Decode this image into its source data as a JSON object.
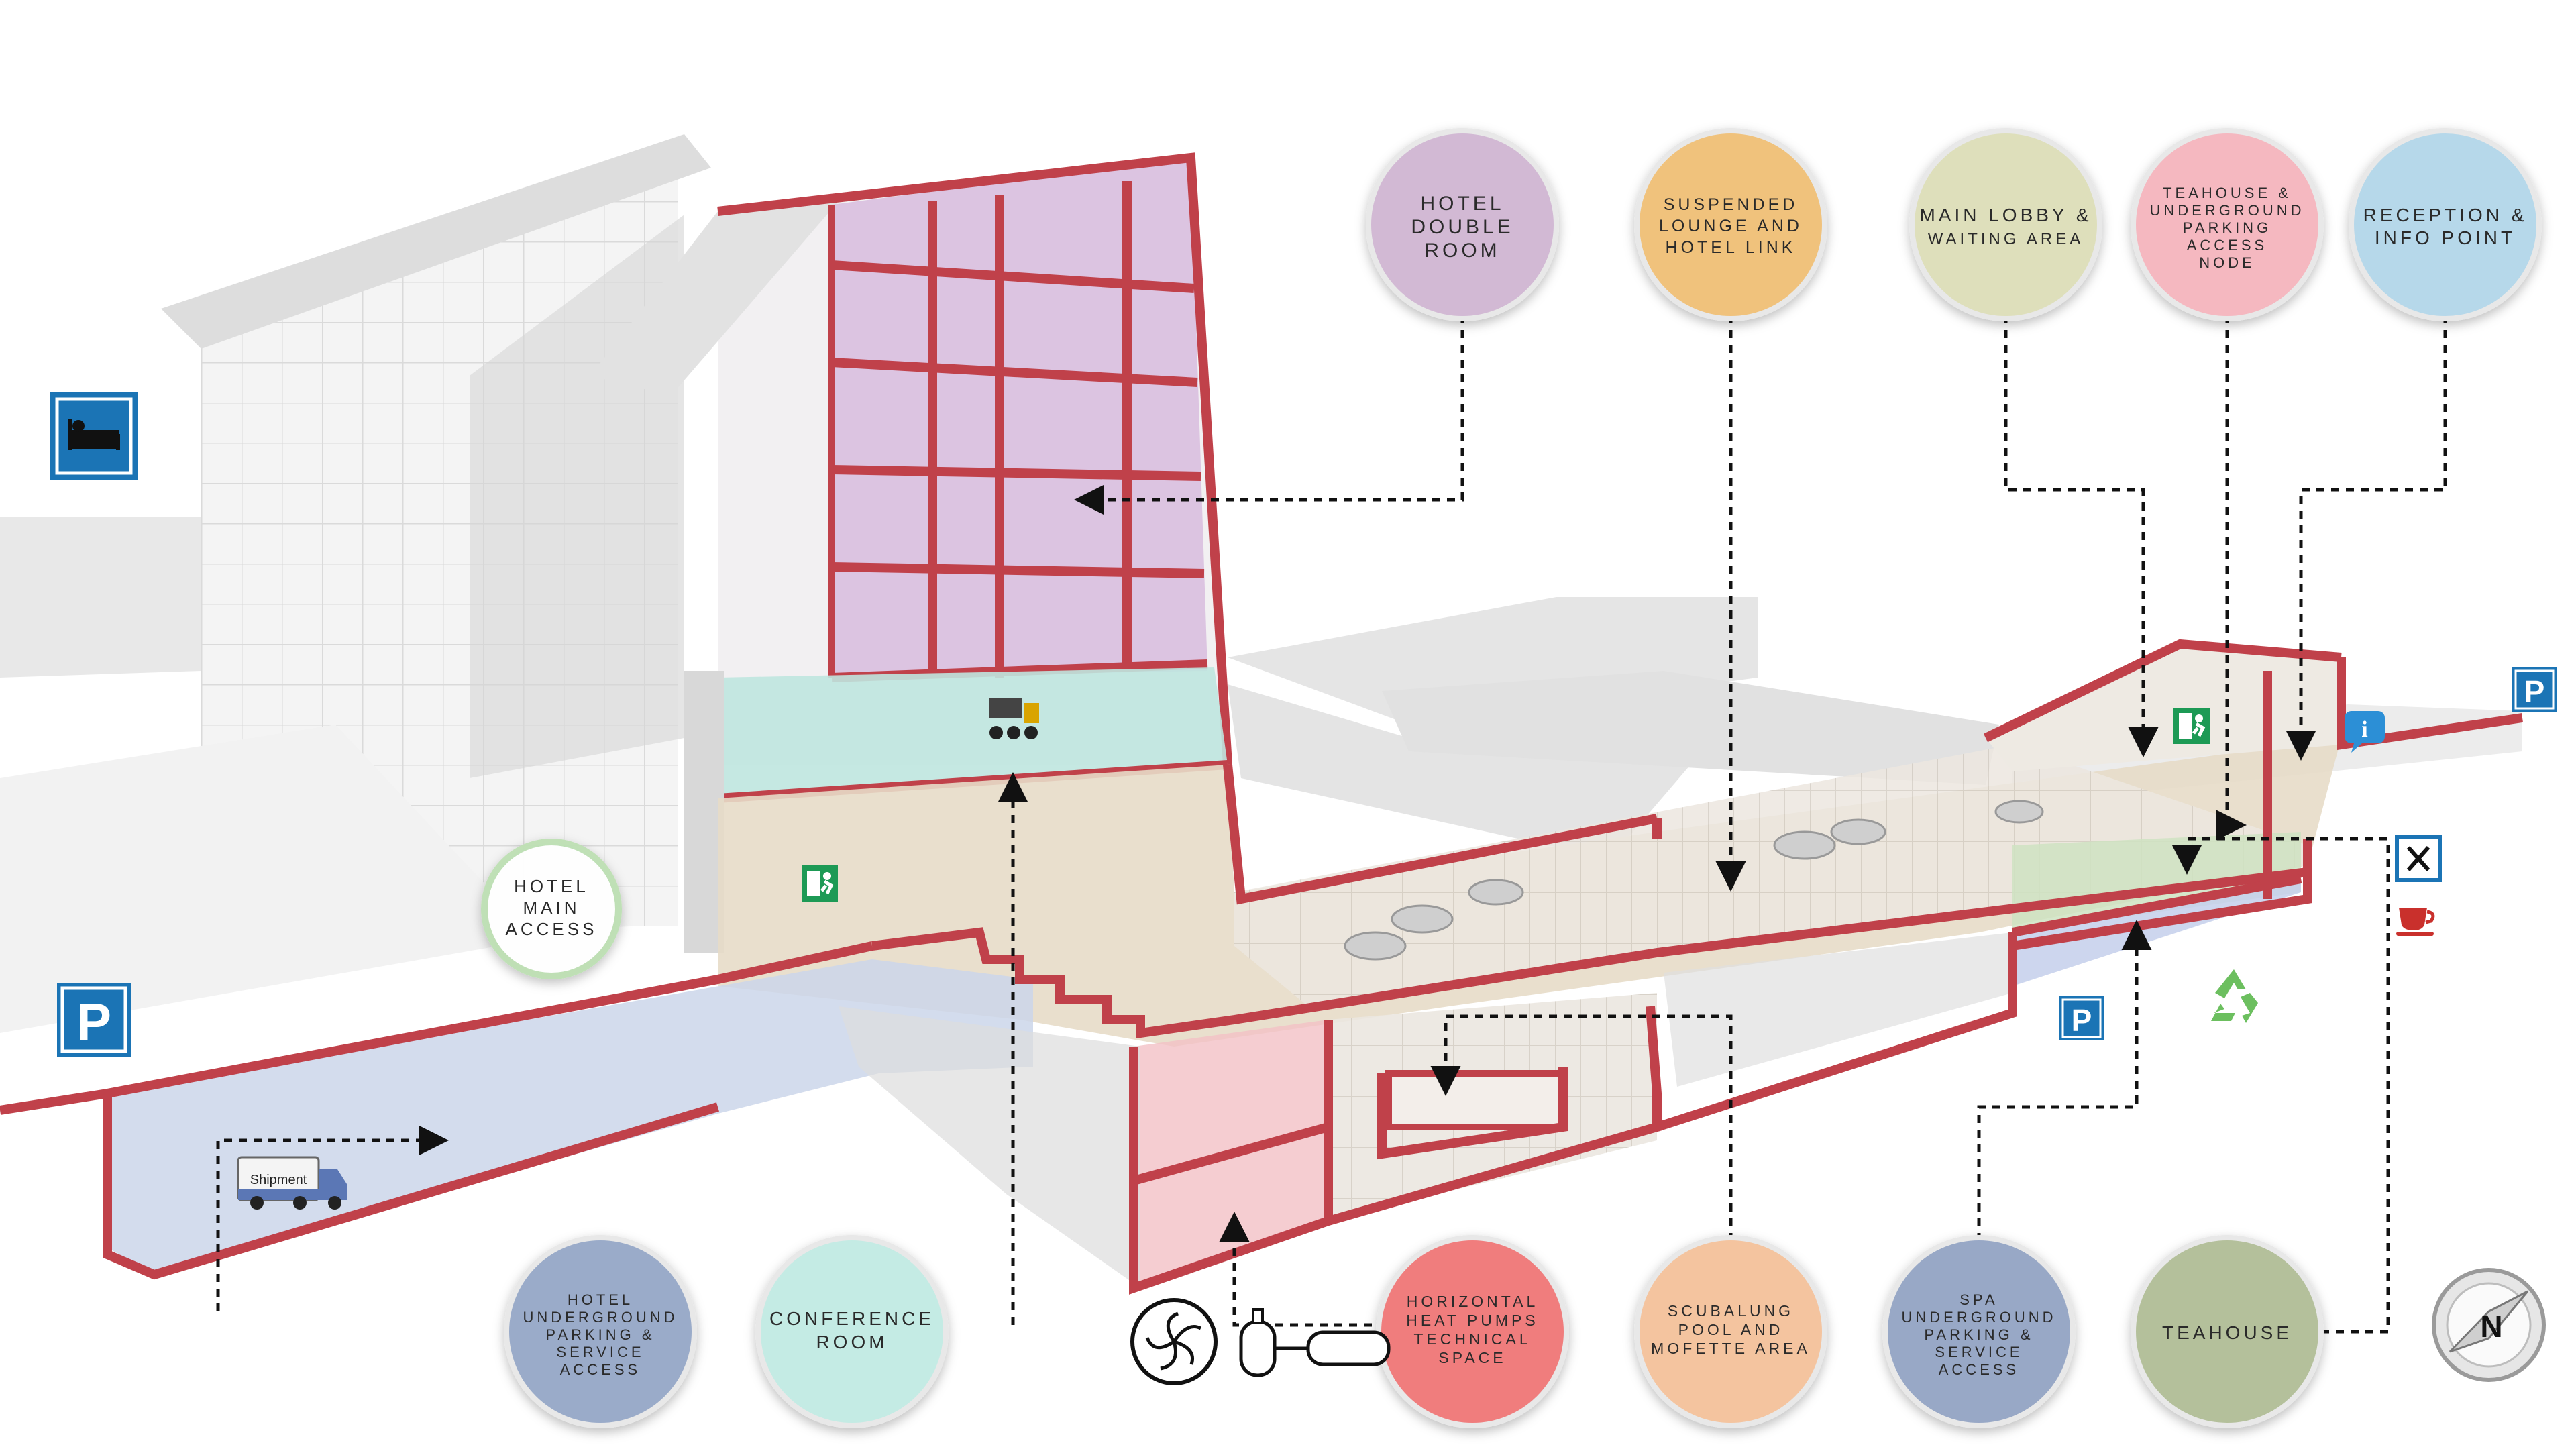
{
  "labels": {
    "hotel_double_room": [
      "HOTEL",
      "DOUBLE",
      "ROOM"
    ],
    "suspended_lounge": [
      "SUSPENDED",
      "LOUNGE AND",
      "HOTEL LINK"
    ],
    "main_lobby": [
      "MAIN LOBBY &",
      "WAITING AREA"
    ],
    "teahouse_parking": [
      "TEAHOUSE &",
      "UNDERGROUND",
      "PARKING",
      "ACCESS",
      "NODE"
    ],
    "reception": [
      "RECEPTION &",
      "INFO POINT"
    ],
    "hotel_main_access": [
      "HOTEL",
      "MAIN",
      "ACCESS"
    ],
    "hotel_parking": [
      "HOTEL",
      "UNDERGROUND",
      "PARKING &",
      "SERVICE",
      "ACCESS"
    ],
    "conference_room": [
      "CONFERENCE",
      "ROOM"
    ],
    "heat_pumps": [
      "HORIZONTAL",
      "HEAT PUMPS",
      "TECHNICAL",
      "SPACE"
    ],
    "scubalung": [
      "SCUBALUNG",
      "POOL AND",
      "MOFETTE AREA"
    ],
    "spa_parking": [
      "SPA",
      "UNDERGROUND",
      "PARKING &",
      "SERVICE",
      "ACCESS"
    ],
    "teahouse": [
      "TEAHOUSE"
    ]
  },
  "signs": {
    "parking": "P",
    "info": "i",
    "shipment": "Shipment",
    "compass": "N"
  },
  "colors": {
    "hotel_double_room": "#d2b9d4",
    "suspended_lounge": "#f0c27c",
    "main_lobby": "#dedfbb",
    "teahouse_parking": "#f5b8c0",
    "reception": "#b6d8ea",
    "hotel_main_access": "#ffffff",
    "hotel_parking": "#9aabc9",
    "conference_room": "#c4ebe4",
    "heat_pumps": "#f07d7d",
    "scubalung": "#f4c49f",
    "spa_parking": "#98a8c6",
    "teahouse": "#b4c09b",
    "section_cut": "#c0414a",
    "sign_blue": "#1b74b5",
    "exit_green": "#1d9a55"
  },
  "icons": [
    "bed-icon",
    "parking-icon",
    "exit-icon",
    "info-icon",
    "restaurant-icon",
    "coffee-cup-icon",
    "recycle-icon",
    "delivery-truck-icon",
    "fan-icon",
    "heat-pump-tank-icon",
    "compass-icon"
  ]
}
